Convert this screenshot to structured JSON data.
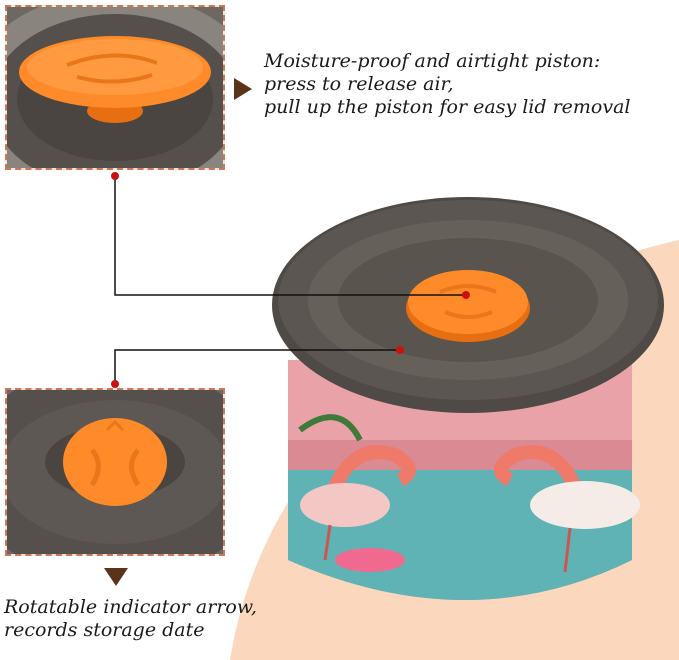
{
  "captions": {
    "piston": [
      "Moisture-proof and airtight piston:",
      "press to release air,",
      "pull up the piston for easy lid removal"
    ],
    "arrow": [
      "Rotatable indicator arrow,",
      "records storage date"
    ]
  },
  "colors": {
    "lid": "#5c5652",
    "piston": "#ff8a2a",
    "frame": "#c9785a",
    "arrow": "#5a3418",
    "leader_line": "#111111",
    "leader_dot": "#cc1111"
  }
}
